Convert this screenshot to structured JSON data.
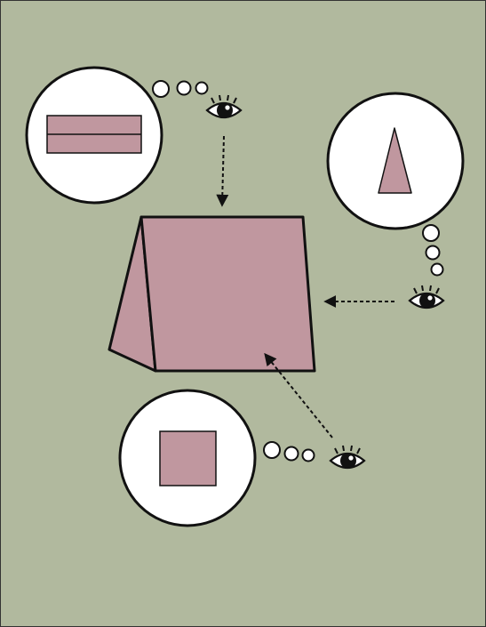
{
  "colors": {
    "background": "#b1b99e",
    "shape_fill": "#c0979f",
    "stroke": "#111111",
    "bubble": "#ffffff"
  },
  "diagram": {
    "object": "wedge-prism",
    "observers": [
      {
        "id": "top",
        "sees": "rectangle-view",
        "icon": "eye-icon"
      },
      {
        "id": "right",
        "sees": "triangle-view",
        "icon": "eye-icon"
      },
      {
        "id": "bottom",
        "sees": "square-view",
        "icon": "eye-icon"
      }
    ]
  }
}
